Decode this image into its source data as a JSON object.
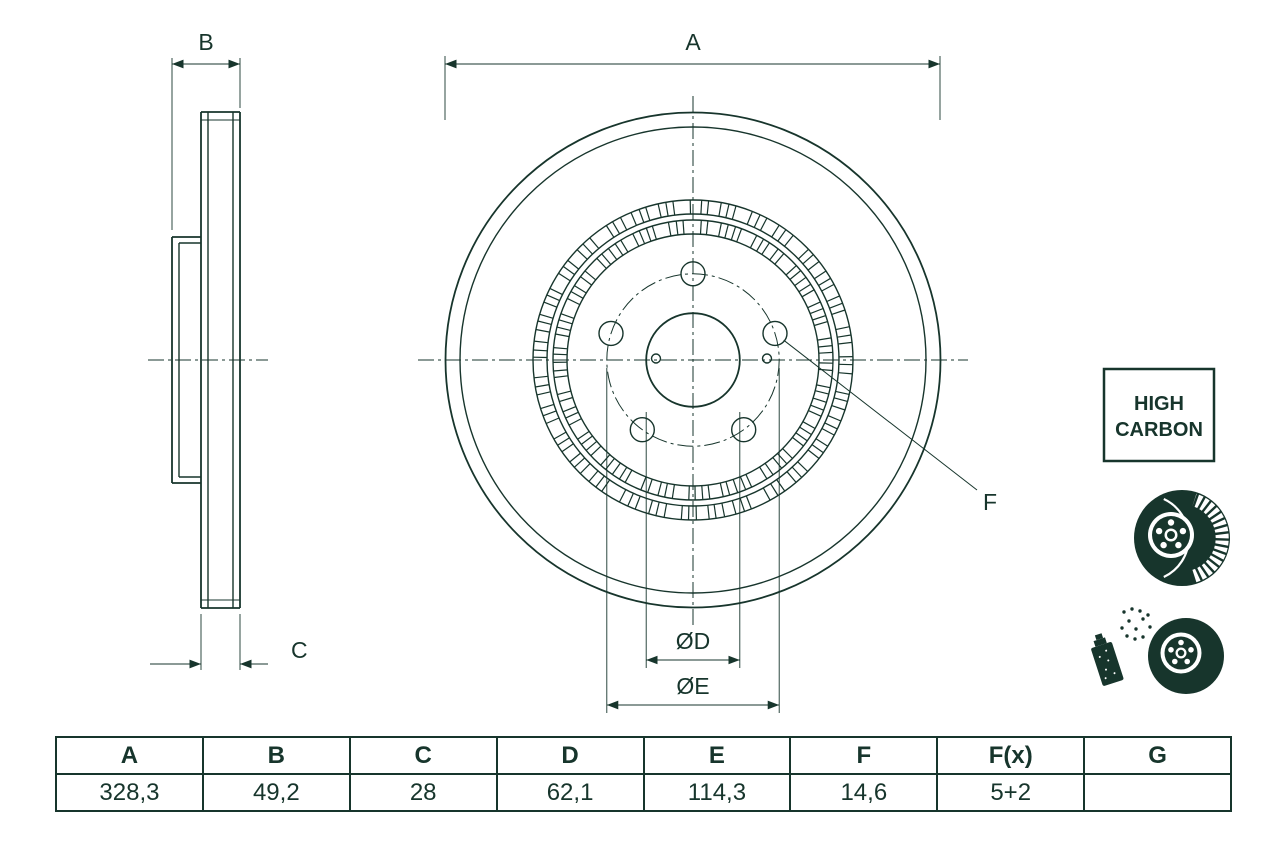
{
  "page": {
    "background": "#ffffff"
  },
  "colors": {
    "ink": "#17352c",
    "white": "#ffffff"
  },
  "drawing": {
    "labels": {
      "a": "A",
      "b": "B",
      "c": "C",
      "d": "ØD",
      "e": "ØE",
      "f": "F"
    },
    "badge": {
      "line1": "HIGH",
      "line2": "CARBON"
    },
    "icons": {
      "disc": "brake-disc-icon",
      "spray": "spray-coating-icon"
    }
  },
  "table": {
    "headers": [
      "A",
      "B",
      "C",
      "D",
      "E",
      "F",
      "F(x)",
      "G"
    ],
    "values": [
      "328,3",
      "49,2",
      "28",
      "62,1",
      "114,3",
      "14,6",
      "5+2",
      ""
    ]
  }
}
